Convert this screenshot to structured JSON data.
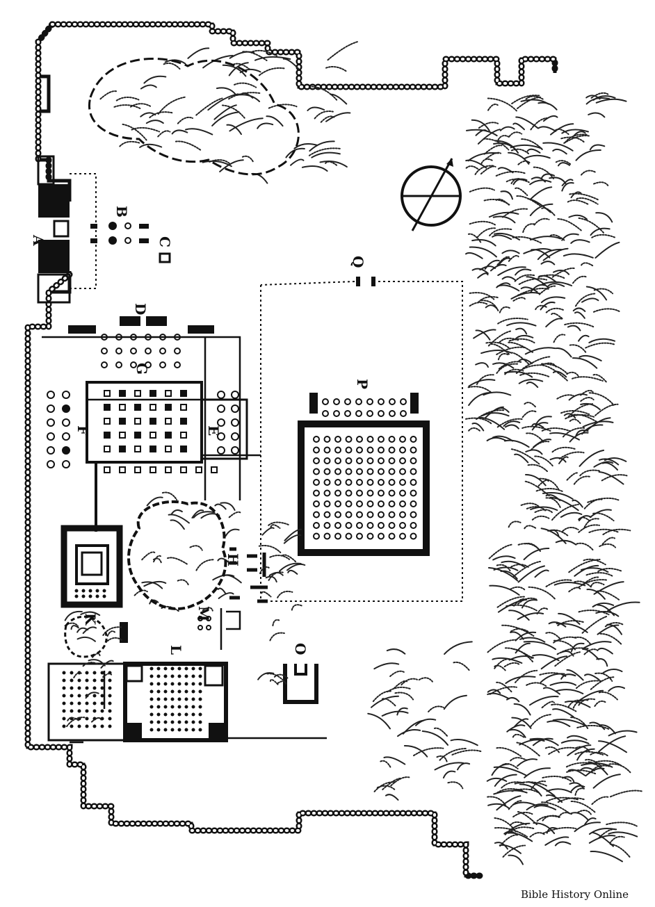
{
  "credit": "Bible History Online",
  "labels": {
    "A": "A",
    "B": "B",
    "C": "C",
    "D": "D",
    "E": "E",
    "F": "F",
    "G": "G",
    "K": "K",
    "L": "L",
    "M": "M",
    "O": "O",
    "P": "P",
    "Q": "Q",
    "H": "H"
  },
  "map": {
    "compass": "compass-rose",
    "terrain": [
      "hills",
      "trees"
    ]
  }
}
